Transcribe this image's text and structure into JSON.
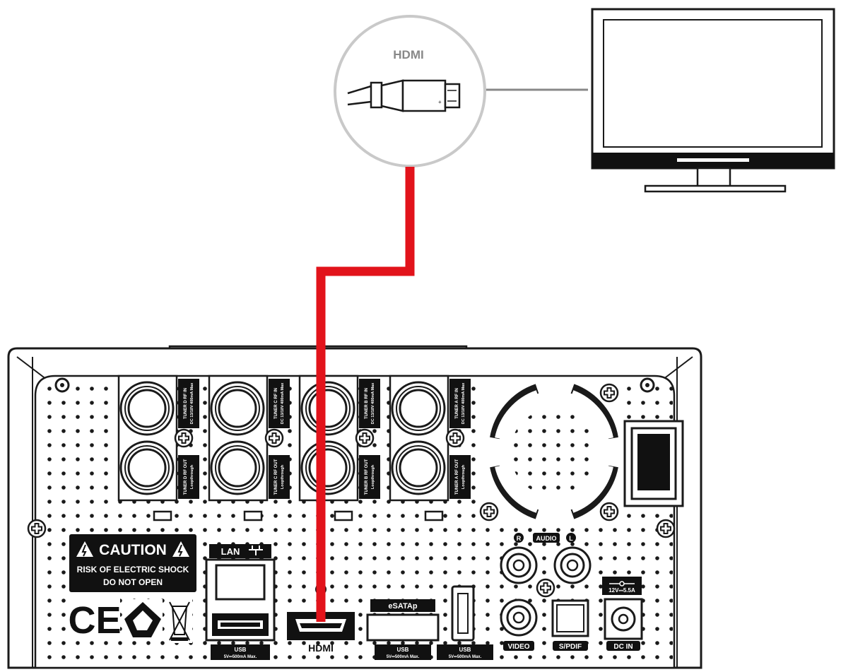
{
  "callout": {
    "label": "HDMI"
  },
  "caution": {
    "title": "CAUTION",
    "line1": "RISK OF ELECTRIC SHOCK",
    "line2": "DO NOT OPEN"
  },
  "marks": {
    "ce": "CE"
  },
  "ports": {
    "lan": "LAN",
    "hdmi": "HDMI",
    "esata": "eSATAp",
    "usb1": "USB",
    "usb1_spec": "5V⎓500mA Max.",
    "usb2": "USB",
    "usb2_spec": "5V⎓500mA Max.",
    "usb3": "USB",
    "usb3_spec": "5V⎓500mA Max.",
    "audio": "AUDIO",
    "audio_r": "R",
    "audio_l": "L",
    "video": "VIDEO",
    "spdif": "S/PDIF",
    "dcin": "DC IN",
    "power_rating": "12V⎓5.5A"
  },
  "tuners": [
    {
      "in": "TUNER D RF IN",
      "in_spec": "DC 13/18V 400mA Max",
      "out": "TUNER D RF OUT",
      "out_spec": "Loopthrough"
    },
    {
      "in": "TUNER C RF IN",
      "in_spec": "DC 13/18V 400mA Max",
      "out": "TUNER C RF OUT",
      "out_spec": "Loopthrough"
    },
    {
      "in": "TUNER B RF IN",
      "in_spec": "DC 13/18V 400mA Max",
      "out": "TUNER B RF OUT",
      "out_spec": "Loopthrough"
    },
    {
      "in": "TUNER A RF IN",
      "in_spec": "DC 13/18V 400mA Max",
      "out": "TUNER A RF OUT",
      "out_spec": "Loopthrough"
    }
  ],
  "colors": {
    "cable": "#e2131b",
    "line": "#1a1a1a",
    "bezel": "#111111"
  }
}
